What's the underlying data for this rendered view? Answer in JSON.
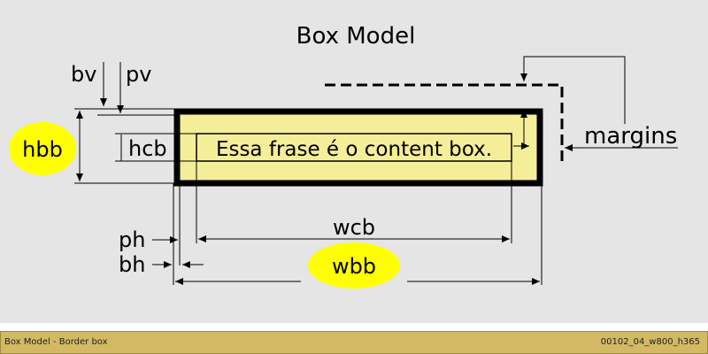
{
  "title": "Box Model",
  "labels": {
    "bv": "bv",
    "pv": "pv",
    "hbb": "hbb",
    "hcb": "hcb",
    "content": "Essa frase é o content box.",
    "margins": "margins",
    "wcb": "wcb",
    "ph": "ph",
    "bh": "bh",
    "wbb": "wbb"
  },
  "footer": {
    "caption": "Box Model - Border box",
    "file_id": "00102_04_w800_h365"
  },
  "colors": {
    "background": "#e5e5e5",
    "box_fill": "#f4ee99",
    "highlight": "#ffff00",
    "footer": "#d4b964"
  }
}
